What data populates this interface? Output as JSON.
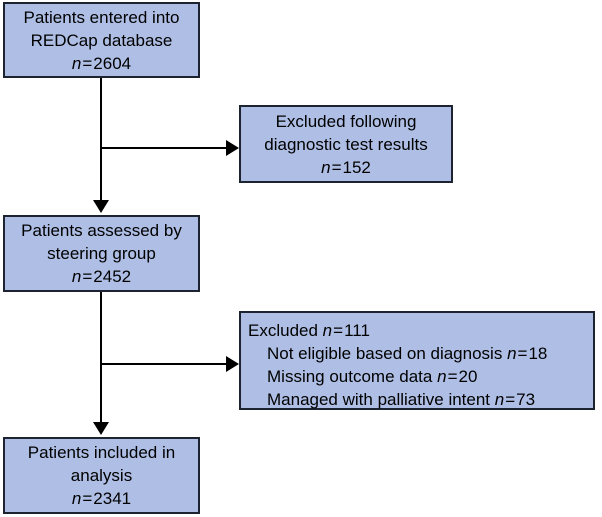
{
  "figure": {
    "type": "flowchart",
    "background_color": "#ffffff",
    "box_fill_color": "#aebee4",
    "box_border_color": "#1e2330",
    "connector_color": "#000000"
  },
  "nodes": {
    "entered": {
      "line1": "Patients entered into",
      "line2": "REDCap database",
      "stat_symbol": "n",
      "stat_operator": "=",
      "stat_value": "2604"
    },
    "excluded_diagnostic": {
      "line1": "Excluded following",
      "line2": "diagnostic test results",
      "stat_symbol": "n",
      "stat_operator": "=",
      "stat_value": "152"
    },
    "assessed": {
      "line1": "Patients assessed by",
      "line2": "steering group",
      "stat_symbol": "n",
      "stat_operator": "=",
      "stat_value": "2452"
    },
    "excluded_reasons": {
      "heading_label": "Excluded",
      "heading_symbol": "n",
      "heading_operator": "=",
      "heading_value": "111",
      "reasons": [
        {
          "label": "Not eligible based on diagnosis",
          "symbol": "n",
          "operator": "=",
          "value": "18"
        },
        {
          "label": "Missing outcome data",
          "symbol": "n",
          "operator": "=",
          "value": "20"
        },
        {
          "label": "Managed with palliative intent",
          "symbol": "n",
          "operator": "=",
          "value": "73"
        }
      ]
    },
    "included": {
      "line1": "Patients included in",
      "line2": "analysis",
      "stat_symbol": "n",
      "stat_operator": "=",
      "stat_value": "2341"
    }
  }
}
